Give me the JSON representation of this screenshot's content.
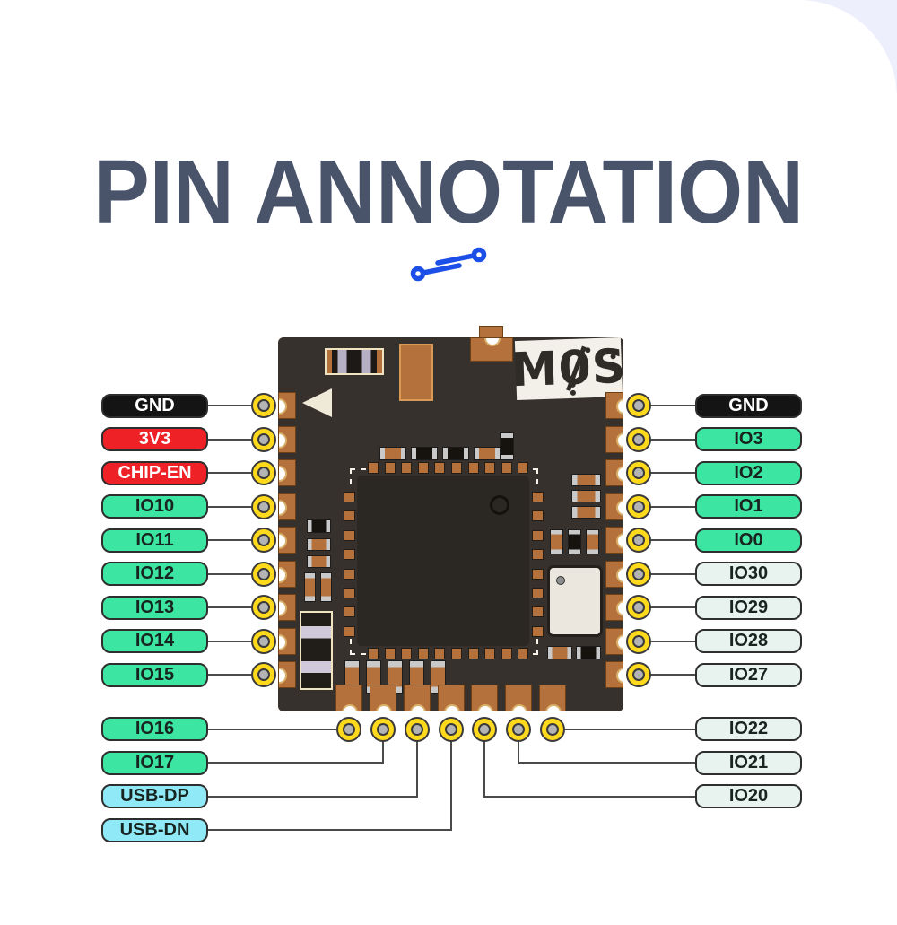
{
  "title": "PIN ANNOTATION",
  "icons": {
    "title_icon": "pin-link-icon"
  },
  "logo": {
    "m": "M",
    "zero": "0",
    "s": "S"
  },
  "pins": {
    "left": [
      {
        "label": "GND",
        "type": "gnd"
      },
      {
        "label": "3V3",
        "type": "power"
      },
      {
        "label": "CHIP-EN",
        "type": "power"
      },
      {
        "label": "IO10",
        "type": "io"
      },
      {
        "label": "IO11",
        "type": "io"
      },
      {
        "label": "IO12",
        "type": "io"
      },
      {
        "label": "IO13",
        "type": "io"
      },
      {
        "label": "IO14",
        "type": "io"
      },
      {
        "label": "IO15",
        "type": "io"
      }
    ],
    "right": [
      {
        "label": "GND",
        "type": "gnd"
      },
      {
        "label": "IO3",
        "type": "io"
      },
      {
        "label": "IO2",
        "type": "io"
      },
      {
        "label": "IO1",
        "type": "io"
      },
      {
        "label": "IO0",
        "type": "io"
      },
      {
        "label": "IO30",
        "type": "io_alt"
      },
      {
        "label": "IO29",
        "type": "io_alt"
      },
      {
        "label": "IO28",
        "type": "io_alt"
      },
      {
        "label": "IO27",
        "type": "io_alt"
      }
    ],
    "bottom_left": [
      {
        "label": "IO16",
        "type": "io"
      },
      {
        "label": "IO17",
        "type": "io"
      },
      {
        "label": "USB-DP",
        "type": "usb"
      },
      {
        "label": "USB-DN",
        "type": "usb"
      }
    ],
    "bottom_right": [
      {
        "label": "IO22",
        "type": "io_alt"
      },
      {
        "label": "IO21",
        "type": "io_alt"
      },
      {
        "label": "IO20",
        "type": "io_alt"
      }
    ]
  },
  "colors": {
    "gnd": "#141414",
    "power": "#ee2126",
    "io": "#3ce6a2",
    "io_alt": "#e8f3ef",
    "usb": "#90e9f6",
    "wire": "#4a4a4a",
    "pad_ring": "#ffd91c",
    "pad_center": "#b4b4b4",
    "pcb": "#36312d",
    "copper": "#b5713c",
    "title": "#49536a",
    "icon_blue": "#1b4fe8"
  }
}
